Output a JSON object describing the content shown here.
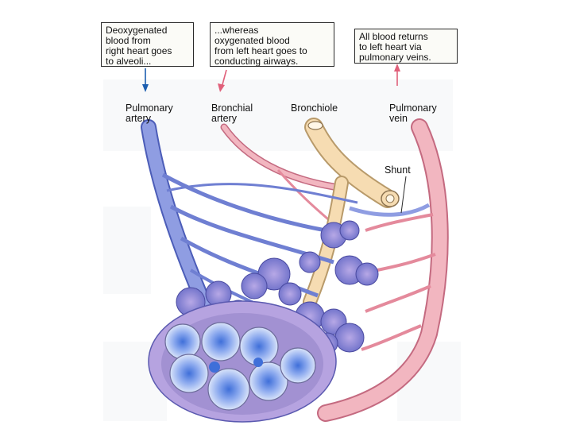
{
  "callouts": {
    "deoxygenated": [
      "Deoxygenated",
      "blood from",
      "right heart goes",
      "to alveoli..."
    ],
    "oxygenated": [
      "...whereas",
      "oxygenated blood",
      "from left heart goes to",
      "conducting airways."
    ],
    "returns": [
      "All blood returns",
      "to left heart via",
      "pulmonary veins."
    ]
  },
  "labels": {
    "pulmonary_artery": [
      "Pulmonary",
      "artery"
    ],
    "bronchial_artery": [
      "Bronchial",
      "artery"
    ],
    "bronchiole": "Bronchiole",
    "pulmonary_vein": [
      "Pulmonary",
      "vein"
    ],
    "shunt": "Shunt"
  },
  "colors": {
    "deoxygenated_vessel": "#7f8fdc",
    "oxygenated_vessel": "#f0a7b1",
    "airway": "#f6dcb2",
    "alveolus": "#5b86e2",
    "arrow_blue": "#1d5fb0",
    "arrow_pink": "#e0607a"
  }
}
